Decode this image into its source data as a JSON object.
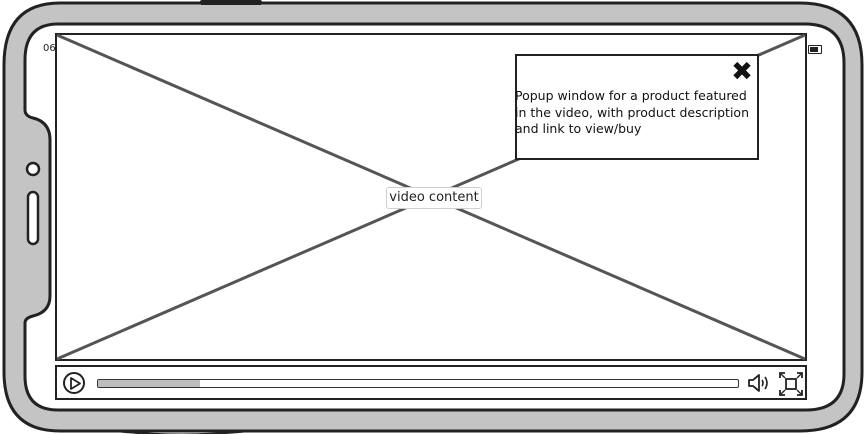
{
  "status_bar": {
    "time": "06"
  },
  "video": {
    "placeholder_label": "video content"
  },
  "popup": {
    "text": "Popup window for a product featured in the video, with product description and link to view/buy",
    "close_glyph": "✖"
  },
  "controls": {
    "play_icon": "play-icon",
    "progress_fraction": 0.16,
    "volume_icon": "volume-icon",
    "fullscreen_icon": "fullscreen-icon"
  },
  "colors": {
    "frame_gray": "#c4c4c4",
    "stroke": "#222222",
    "progress_fill": "#bdbdbd"
  }
}
